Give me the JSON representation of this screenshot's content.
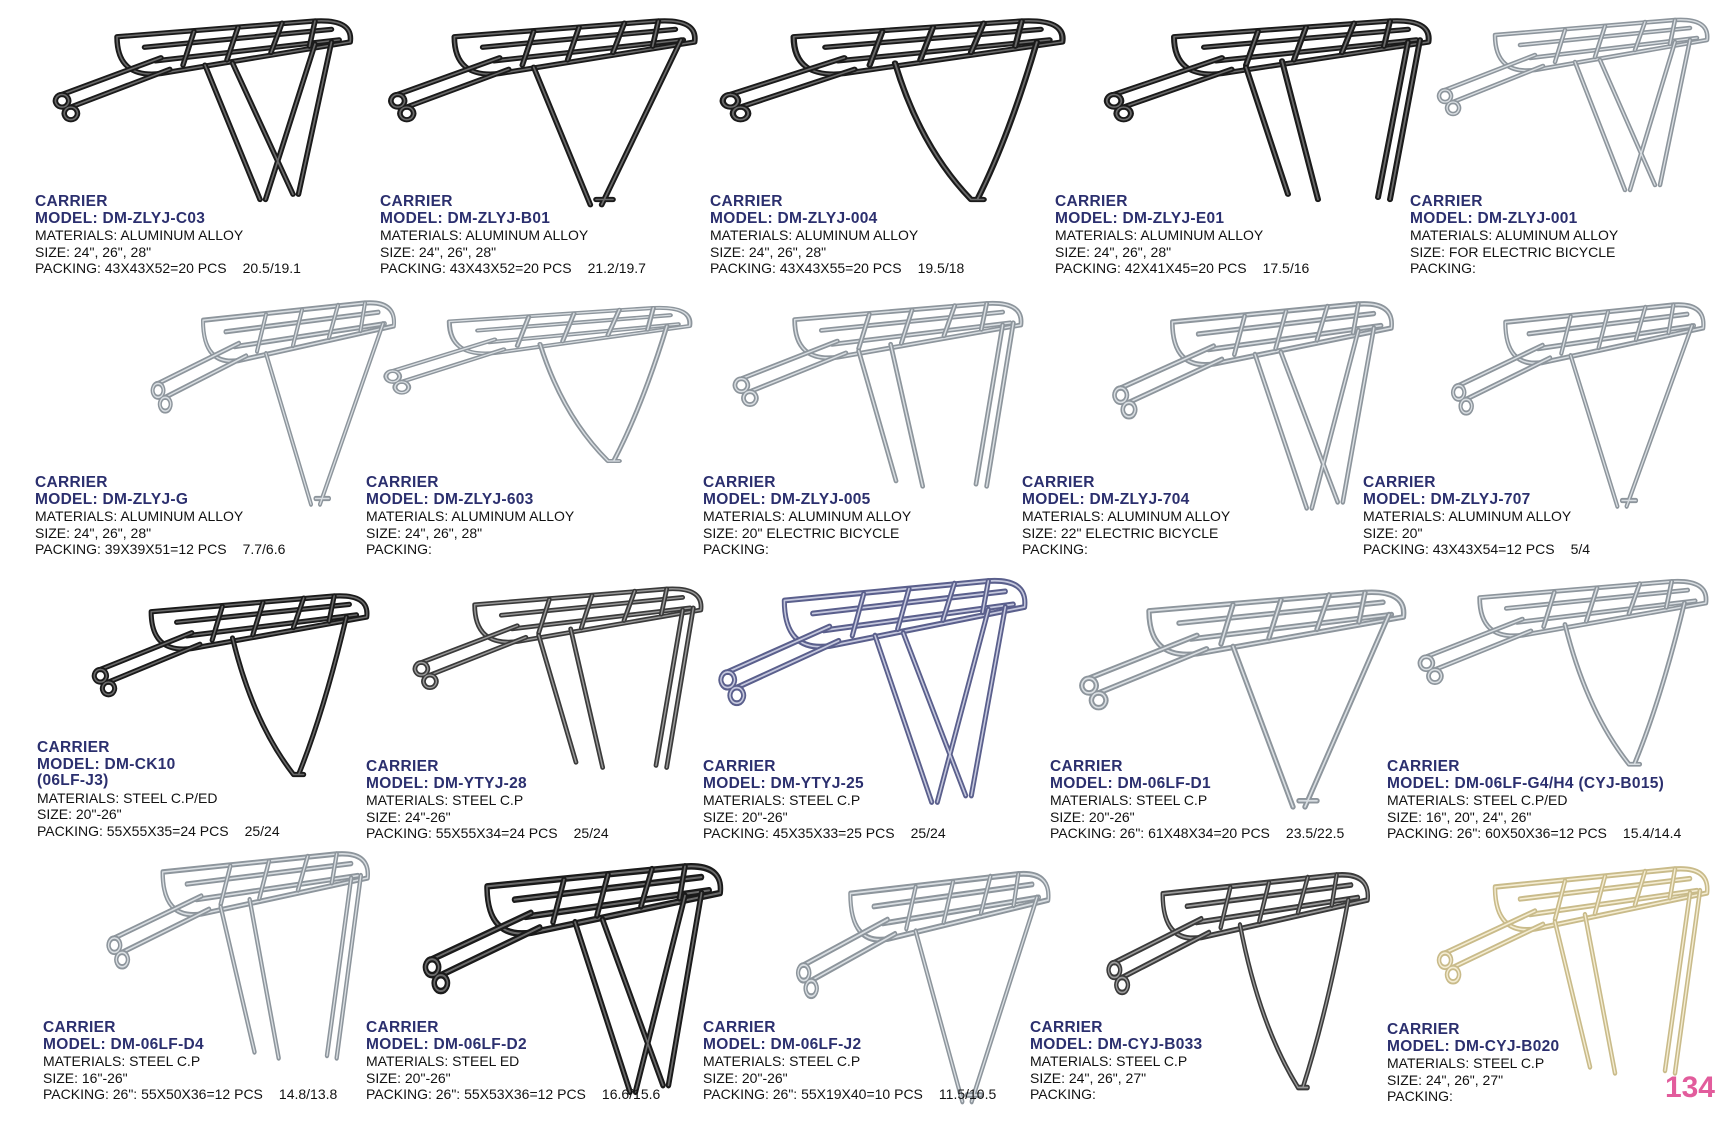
{
  "page_number": "134",
  "colors": {
    "heading": "#2b2f6e",
    "text": "#111111",
    "page_number": "#e25c9c"
  },
  "products": [
    {
      "title": "CARRIER",
      "model": "MODEL: DM-ZLYJ-C03",
      "materials": "MATERIALS: ALUMINUM ALLOY",
      "size": "SIZE: 24\", 26\", 28\"",
      "packing": "PACKING: 43X43X52=20 PCS",
      "weight": "20.5/19.1",
      "finish": "black"
    },
    {
      "title": "CARRIER",
      "model": "MODEL: DM-ZLYJ-B01",
      "materials": "MATERIALS: ALUMINUM ALLOY",
      "size": "SIZE: 24\", 26\", 28\"",
      "packing": "PACKING: 43X43X52=20 PCS",
      "weight": "21.2/19.7",
      "finish": "black"
    },
    {
      "title": "CARRIER",
      "model": "MODEL: DM-ZLYJ-004",
      "materials": "MATERIALS: ALUMINUM ALLOY",
      "size": "SIZE: 24\", 26\", 28\"",
      "packing": "PACKING: 43X43X55=20 PCS",
      "weight": "19.5/18",
      "finish": "black"
    },
    {
      "title": "CARRIER",
      "model": "MODEL: DM-ZLYJ-E01",
      "materials": "MATERIALS: ALUMINUM ALLOY",
      "size": "SIZE: 24\", 26\", 28\"",
      "packing": "PACKING: 42X41X45=20 PCS",
      "weight": "17.5/16",
      "finish": "black"
    },
    {
      "title": "CARRIER",
      "model": "MODEL: DM-ZLYJ-001",
      "materials": "MATERIALS: ALUMINUM ALLOY",
      "size": "SIZE: FOR ELECTRIC BICYCLE",
      "packing": "PACKING:",
      "weight": "",
      "finish": "silver"
    },
    {
      "title": "CARRIER",
      "model": "MODEL: DM-ZLYJ-G",
      "materials": "MATERIALS: ALUMINUM ALLOY",
      "size": "SIZE: 24\", 26\", 28\"",
      "packing": "PACKING: 39X39X51=12 PCS",
      "weight": "7.7/6.6",
      "finish": "silver"
    },
    {
      "title": "CARRIER",
      "model": "MODEL: DM-ZLYJ-603",
      "materials": "MATERIALS: ALUMINUM ALLOY",
      "size": "SIZE: 24\", 26\", 28\"",
      "packing": "PACKING:",
      "weight": "",
      "finish": "silver"
    },
    {
      "title": "CARRIER",
      "model": "MODEL: DM-ZLYJ-005",
      "materials": "MATERIALS: ALUMINUM ALLOY",
      "size": "SIZE: 20\" ELECTRIC BICYCLE",
      "packing": "PACKING:",
      "weight": "",
      "finish": "silver"
    },
    {
      "title": "CARRIER",
      "model": "MODEL: DM-ZLYJ-704",
      "materials": "MATERIALS: ALUMINUM ALLOY",
      "size": "SIZE: 22\" ELECTRIC BICYCLE",
      "packing": "PACKING:",
      "weight": "",
      "finish": "silver"
    },
    {
      "title": "CARRIER",
      "model": "MODEL: DM-ZLYJ-707",
      "materials": "MATERIALS: ALUMINUM ALLOY",
      "size": "SIZE: 20\"",
      "packing": "PACKING: 43X43X54=12 PCS",
      "weight": "5/4",
      "finish": "silver"
    },
    {
      "title": "CARRIER",
      "model": "MODEL: DM-CK10",
      "model2": "(06LF-J3)",
      "materials": "MATERIALS: STEEL C.P/ED",
      "size": "SIZE: 20\"-26\"",
      "packing": "PACKING: 55X55X35=24 PCS",
      "weight": "25/24",
      "finish": "black"
    },
    {
      "title": "CARRIER",
      "model": "MODEL: DM-YTYJ-28",
      "materials": "MATERIALS: STEEL C.P",
      "size": "SIZE: 24\"-26\"",
      "packing": "PACKING: 55X55X34=24 PCS",
      "weight": "25/24",
      "finish": "dark"
    },
    {
      "title": "CARRIER",
      "model": "MODEL: DM-YTYJ-25",
      "materials": "MATERIALS: STEEL C.P",
      "size": "SIZE: 20\"-26\"",
      "packing": "PACKING: 45X35X33=25 PCS",
      "weight": "25/24",
      "finish": "blue"
    },
    {
      "title": "CARRIER",
      "model": "MODEL: DM-06LF-D1",
      "materials": "MATERIALS: STEEL C.P",
      "size": "SIZE: 20\"-26\"",
      "packing": "PACKING: 26\": 61X48X34=20 PCS",
      "weight": "23.5/22.5",
      "finish": "silver"
    },
    {
      "title": "CARRIER",
      "model": "MODEL: DM-06LF-G4/H4 (CYJ-B015)",
      "materials": "MATERIALS: STEEL C.P/ED",
      "size": "SIZE: 16\", 20\", 24\", 26\"",
      "packing": "PACKING: 26\": 60X50X36=12 PCS",
      "weight": "15.4/14.4",
      "finish": "silver"
    },
    {
      "title": "CARRIER",
      "model": "MODEL: DM-06LF-D4",
      "materials": "MATERIALS: STEEL C.P",
      "size": "SIZE: 16\"-26\"",
      "packing": "PACKING: 26\": 55X50X36=12 PCS",
      "weight": "14.8/13.8",
      "finish": "silver"
    },
    {
      "title": "CARRIER",
      "model": "MODEL: DM-06LF-D2",
      "materials": "MATERIALS: STEEL ED",
      "size": "SIZE: 20\"-26\"",
      "packing": "PACKING: 26\": 55X53X36=12 PCS",
      "weight": "16.6/15.6",
      "finish": "black"
    },
    {
      "title": "CARRIER",
      "model": "MODEL: DM-06LF-J2",
      "materials": "MATERIALS: STEEL C.P",
      "size": "SIZE: 20\"-26\"",
      "packing": "PACKING: 26\": 55X19X40=10 PCS",
      "weight": "11.5/10.5",
      "finish": "silver"
    },
    {
      "title": "CARRIER",
      "model": "MODEL: DM-CYJ-B033",
      "materials": "MATERIALS: STEEL C.P",
      "size": "SIZE: 24\", 26\", 27\"",
      "packing": "PACKING:",
      "weight": "",
      "finish": "dark"
    },
    {
      "title": "CARRIER",
      "model": "MODEL: DM-CYJ-B020",
      "materials": "MATERIALS: STEEL C.P",
      "size": "SIZE: 24\", 26\", 27\"",
      "packing": "PACKING:",
      "weight": "",
      "finish": "gold"
    }
  ]
}
